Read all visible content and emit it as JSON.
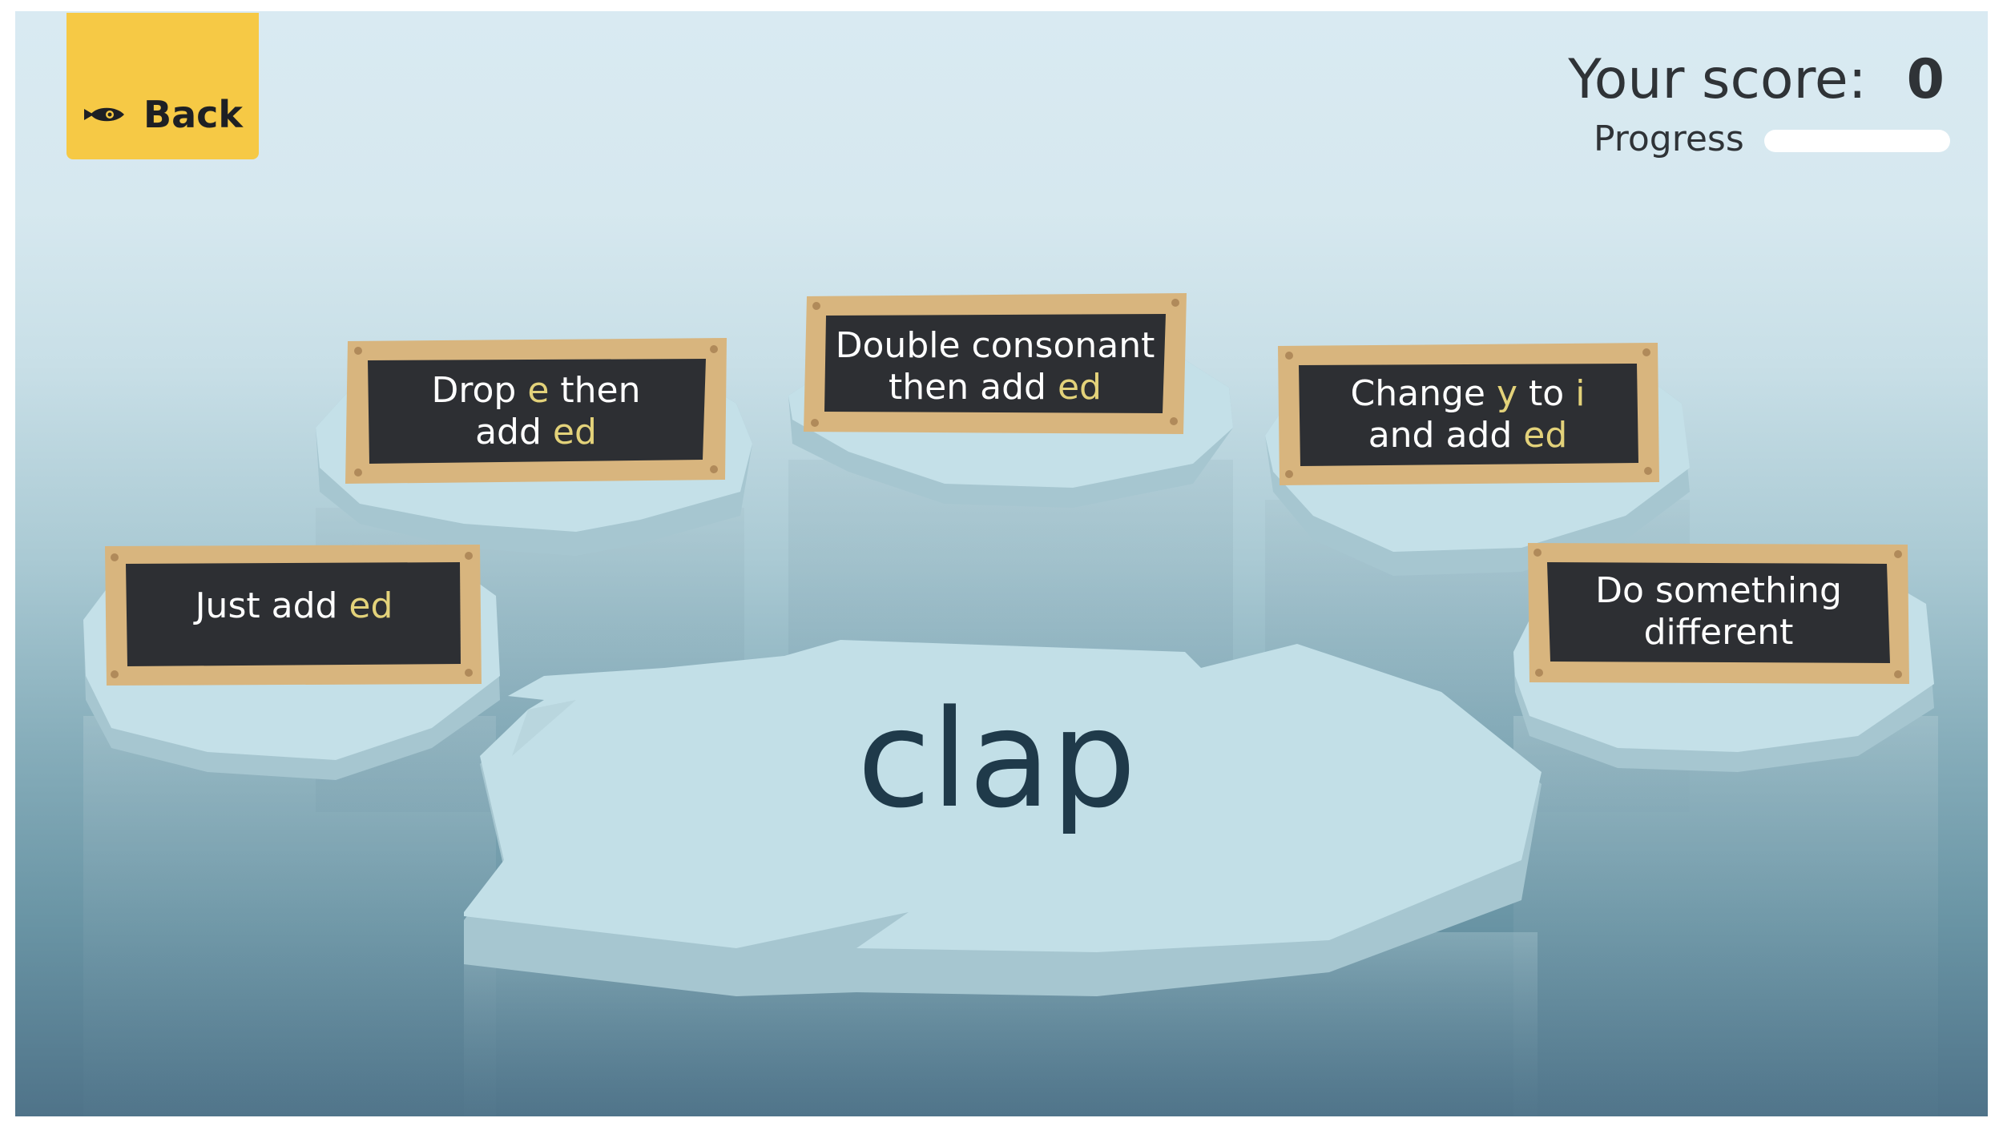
{
  "header": {
    "back_label": "Back",
    "score_label": "Your score:",
    "score_value": "0",
    "progress_label": "Progress",
    "progress_fraction": 0
  },
  "icons": {
    "back": "rocket-icon"
  },
  "colors": {
    "back_button": "#f6c945",
    "sign_frame": "#d8b57e",
    "sign_board": "#2d2f33",
    "highlight": "#e3d27a",
    "word_text": "#1f3a4a"
  },
  "options": [
    {
      "id": "just-add-ed",
      "line1_parts": [
        {
          "t": "Just add "
        },
        {
          "t": "ed",
          "hl": true
        }
      ],
      "line2_parts": []
    },
    {
      "id": "drop-e-then-add-ed",
      "line1_parts": [
        {
          "t": "Drop "
        },
        {
          "t": "e",
          "hl": true
        },
        {
          "t": " then"
        }
      ],
      "line2_parts": [
        {
          "t": "add "
        },
        {
          "t": "ed",
          "hl": true
        }
      ]
    },
    {
      "id": "double-consonant-then-add-ed",
      "line1_parts": [
        {
          "t": "Double consonant"
        }
      ],
      "line2_parts": [
        {
          "t": "then add "
        },
        {
          "t": "ed",
          "hl": true
        }
      ]
    },
    {
      "id": "change-y-to-i-and-add-ed",
      "line1_parts": [
        {
          "t": "Change "
        },
        {
          "t": "y",
          "hl": true
        },
        {
          "t": " to "
        },
        {
          "t": "i",
          "hl": true
        }
      ],
      "line2_parts": [
        {
          "t": "and add "
        },
        {
          "t": "ed",
          "hl": true
        }
      ]
    },
    {
      "id": "do-something-different",
      "line1_parts": [
        {
          "t": "Do something"
        }
      ],
      "line2_parts": [
        {
          "t": "different"
        }
      ]
    }
  ],
  "word": "clap"
}
